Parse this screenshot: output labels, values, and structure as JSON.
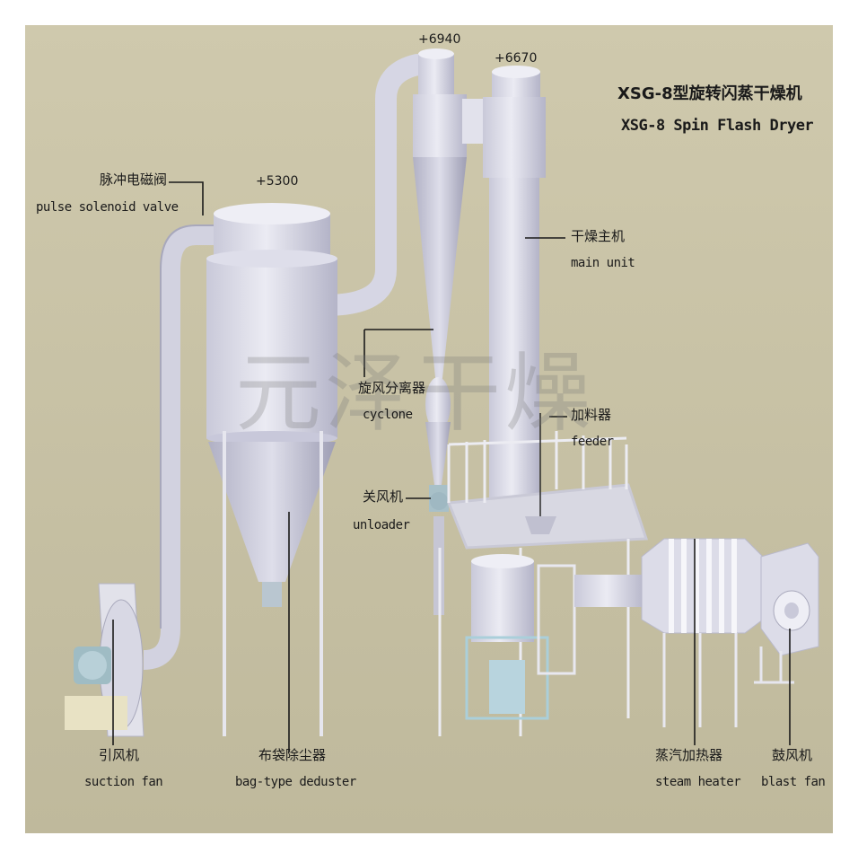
{
  "title": {
    "cn": "XSG-8型旋转闪蒸干燥机",
    "en": "XSG-8 Spin Flash Dryer"
  },
  "elevations": {
    "e6940": "+6940",
    "e6670": "+6670",
    "e5300": "+5300"
  },
  "watermark": "元泽干燥",
  "components": {
    "pulse_valve": {
      "cn": "脉冲电磁阀",
      "en": "pulse solenoid valve"
    },
    "main_unit": {
      "cn": "干燥主机",
      "en": "main unit"
    },
    "cyclone": {
      "cn": "旋风分离器",
      "en": "cyclone"
    },
    "feeder": {
      "cn": "加料器",
      "en": "feeder"
    },
    "unloader": {
      "cn": "关风机",
      "en": "unloader"
    },
    "suction_fan": {
      "cn": "引风机",
      "en": "suction fan"
    },
    "deduster": {
      "cn": "布袋除尘器",
      "en": "bag-type deduster"
    },
    "steam_heater": {
      "cn": "蒸汽加热器",
      "en": "steam heater"
    },
    "blast_fan": {
      "cn": "鼓风机",
      "en": "blast fan"
    }
  },
  "colors": {
    "background": "#c8c2a6",
    "equipment": "#dcdce8",
    "shadow": "#a9a9bc",
    "frame": "#e8e8f0",
    "text": "#1a1a1a"
  }
}
